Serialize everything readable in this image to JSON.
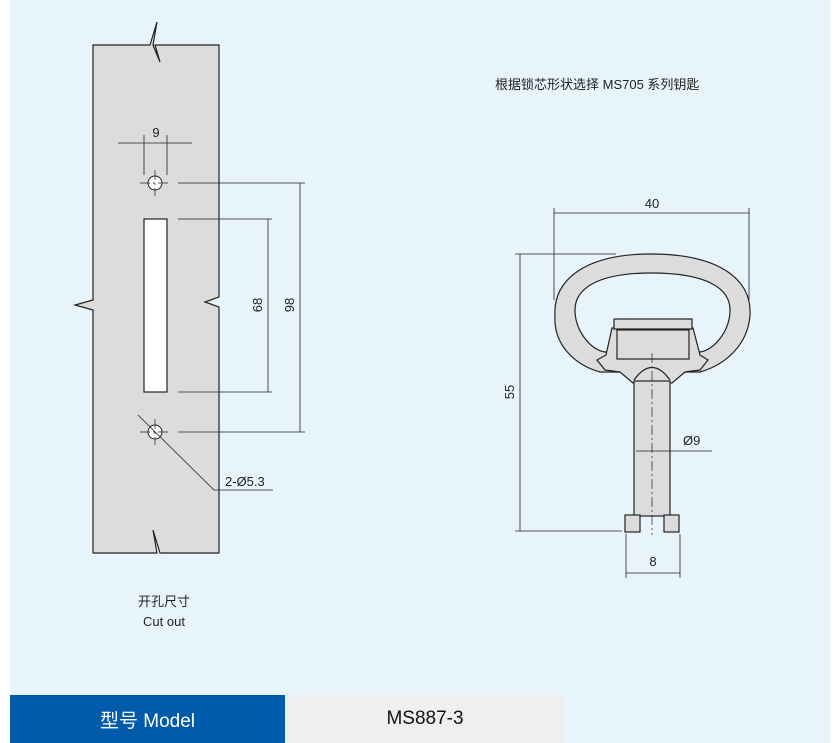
{
  "cutout": {
    "dim_width": "9",
    "dim_slot": "68",
    "dim_total": "98",
    "dim_hole": "2-Ø5.3",
    "caption_cn": "开孔尺寸",
    "caption_en": "Cut out"
  },
  "key": {
    "note": "根据锁芯形状选择 MS705 系列钥匙",
    "dim_width": "40",
    "dim_height": "55",
    "dim_shaft": "Ø9",
    "dim_tip": "8"
  },
  "model": {
    "label": "型号 Model",
    "value": "MS887-3"
  },
  "colors": {
    "background": "#e8f4fc",
    "accent": "#005bab",
    "part": "#dcdcdc"
  }
}
